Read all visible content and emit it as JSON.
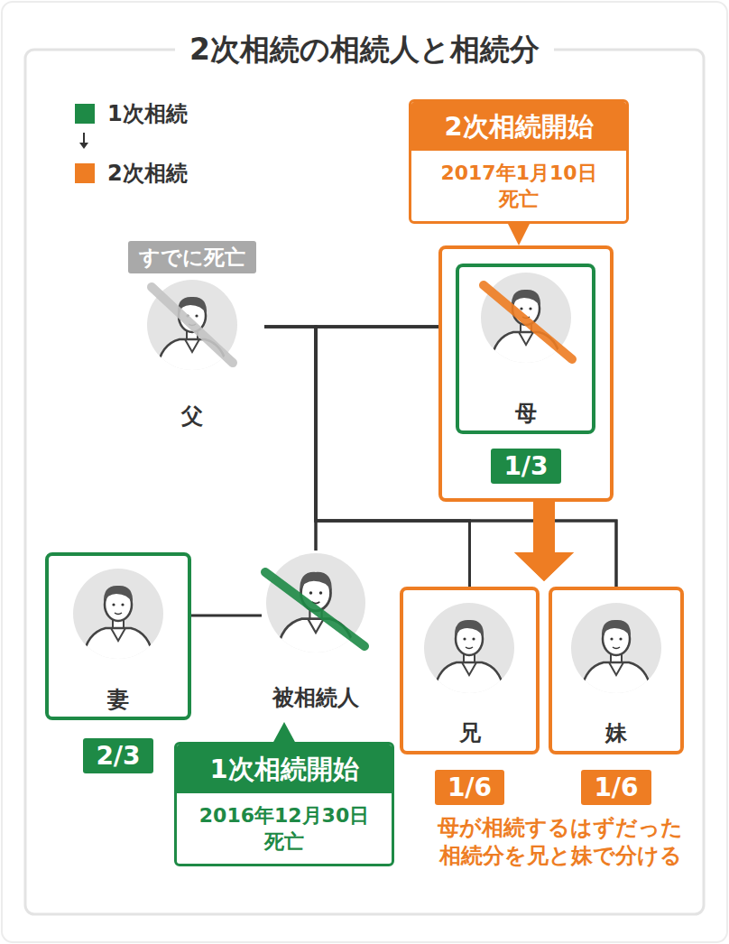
{
  "diagram": {
    "title": "2次相続の相続人と相続分",
    "nodes": [
      {
        "text": [
          "2次相続開始",
          "2017年1月10日 死亡"
        ]
      },
      {
        "text": [
          "すでに死亡",
          "父"
        ]
      },
      {
        "text": [
          "1/3"
        ]
      },
      {
        "text": [
          "母"
        ],
        "in": 2
      },
      {
        "text": [
          "妻",
          "2/3"
        ]
      },
      {
        "text": [
          "被相続人"
        ]
      },
      {
        "text": [
          "1次相続開始",
          "2016年12月30日 死亡"
        ]
      },
      {
        "text": [
          "兄",
          "1/6"
        ]
      },
      {
        "text": [
          "妹",
          "1/6"
        ]
      }
    ],
    "edges": [
      {
        "from": 1,
        "to": 2,
        "arrow": "none"
      },
      {
        "from": 1,
        "to": 5,
        "arrow": "none"
      },
      {
        "from": 2,
        "to": 5,
        "arrow": "none"
      },
      {
        "from": 1,
        "to": 7,
        "arrow": "none"
      },
      {
        "from": 2,
        "to": 7,
        "arrow": "none"
      },
      {
        "from": 1,
        "to": 8,
        "arrow": "none"
      },
      {
        "from": 2,
        "to": 8,
        "arrow": "none"
      },
      {
        "from": 4,
        "to": 5,
        "arrow": "none"
      },
      {
        "from": 0,
        "to": 2,
        "arrow": "to"
      },
      {
        "from": 6,
        "to": 5,
        "arrow": "to"
      },
      {
        "from": 2,
        "to": 7,
        "arrow": "to"
      },
      {
        "from": 2,
        "to": 8,
        "arrow": "to"
      }
    ],
    "labels": [
      "母が相続するはずだった 相続分を兄と妹で分ける"
    ],
    "legend": [
      {
        "text": "1次相続",
        "color": "#1e8a46"
      },
      {
        "text": "2次相続",
        "color": "#ee7d23"
      }
    ]
  }
}
